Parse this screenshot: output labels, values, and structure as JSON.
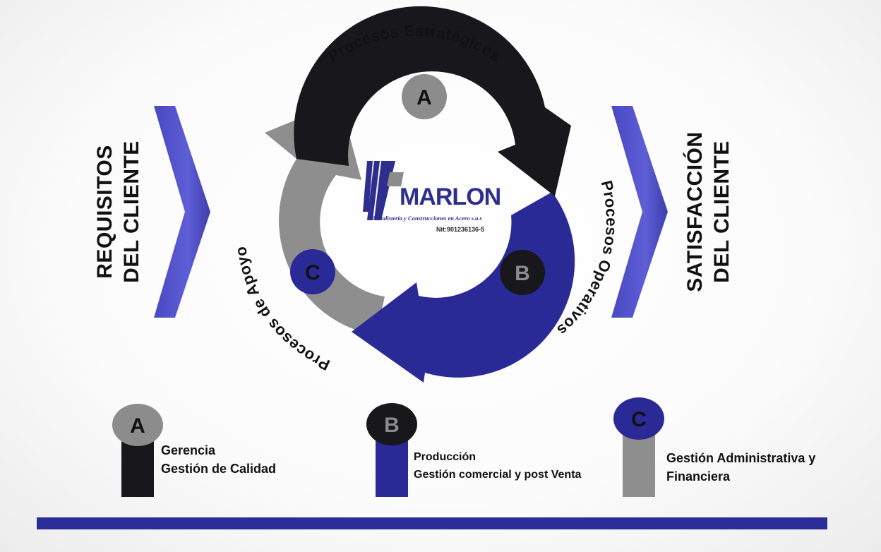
{
  "diagram": {
    "left_label": {
      "line1": "REQUISITOS",
      "line2": "DEL CLIENTE"
    },
    "right_label": {
      "line1": "SATISFACCIÓN",
      "line2": "DEL CLIENTE"
    },
    "cycle": {
      "strategic": {
        "label": "Procesos Estratégicos",
        "badge": "A"
      },
      "operative": {
        "label": "Procesos Operativos",
        "badge": "B"
      },
      "support": {
        "label": "Procesos de Apoyo",
        "badge": "C"
      }
    },
    "logo": {
      "name": "MARLON",
      "subtitle": "Metalistería y Construcciones en Acero s.a.s",
      "nit": "Nit:901236136-5"
    },
    "legend": [
      {
        "badge": "A",
        "line1": "Gerencia",
        "line2": "Gestión de Calidad"
      },
      {
        "badge": "B",
        "line1": "Producción",
        "line2": "Gestión comercial y post Venta"
      },
      {
        "badge": "C",
        "line1": "Gestión Administrativa y",
        "line2": "Financiera"
      }
    ],
    "colors": {
      "strategic": "#17171c",
      "operative": "#2a2a96",
      "support": "#8e8e8e",
      "side_arrow": "#5454c8",
      "bottom_bar": "#2b2b99"
    }
  }
}
